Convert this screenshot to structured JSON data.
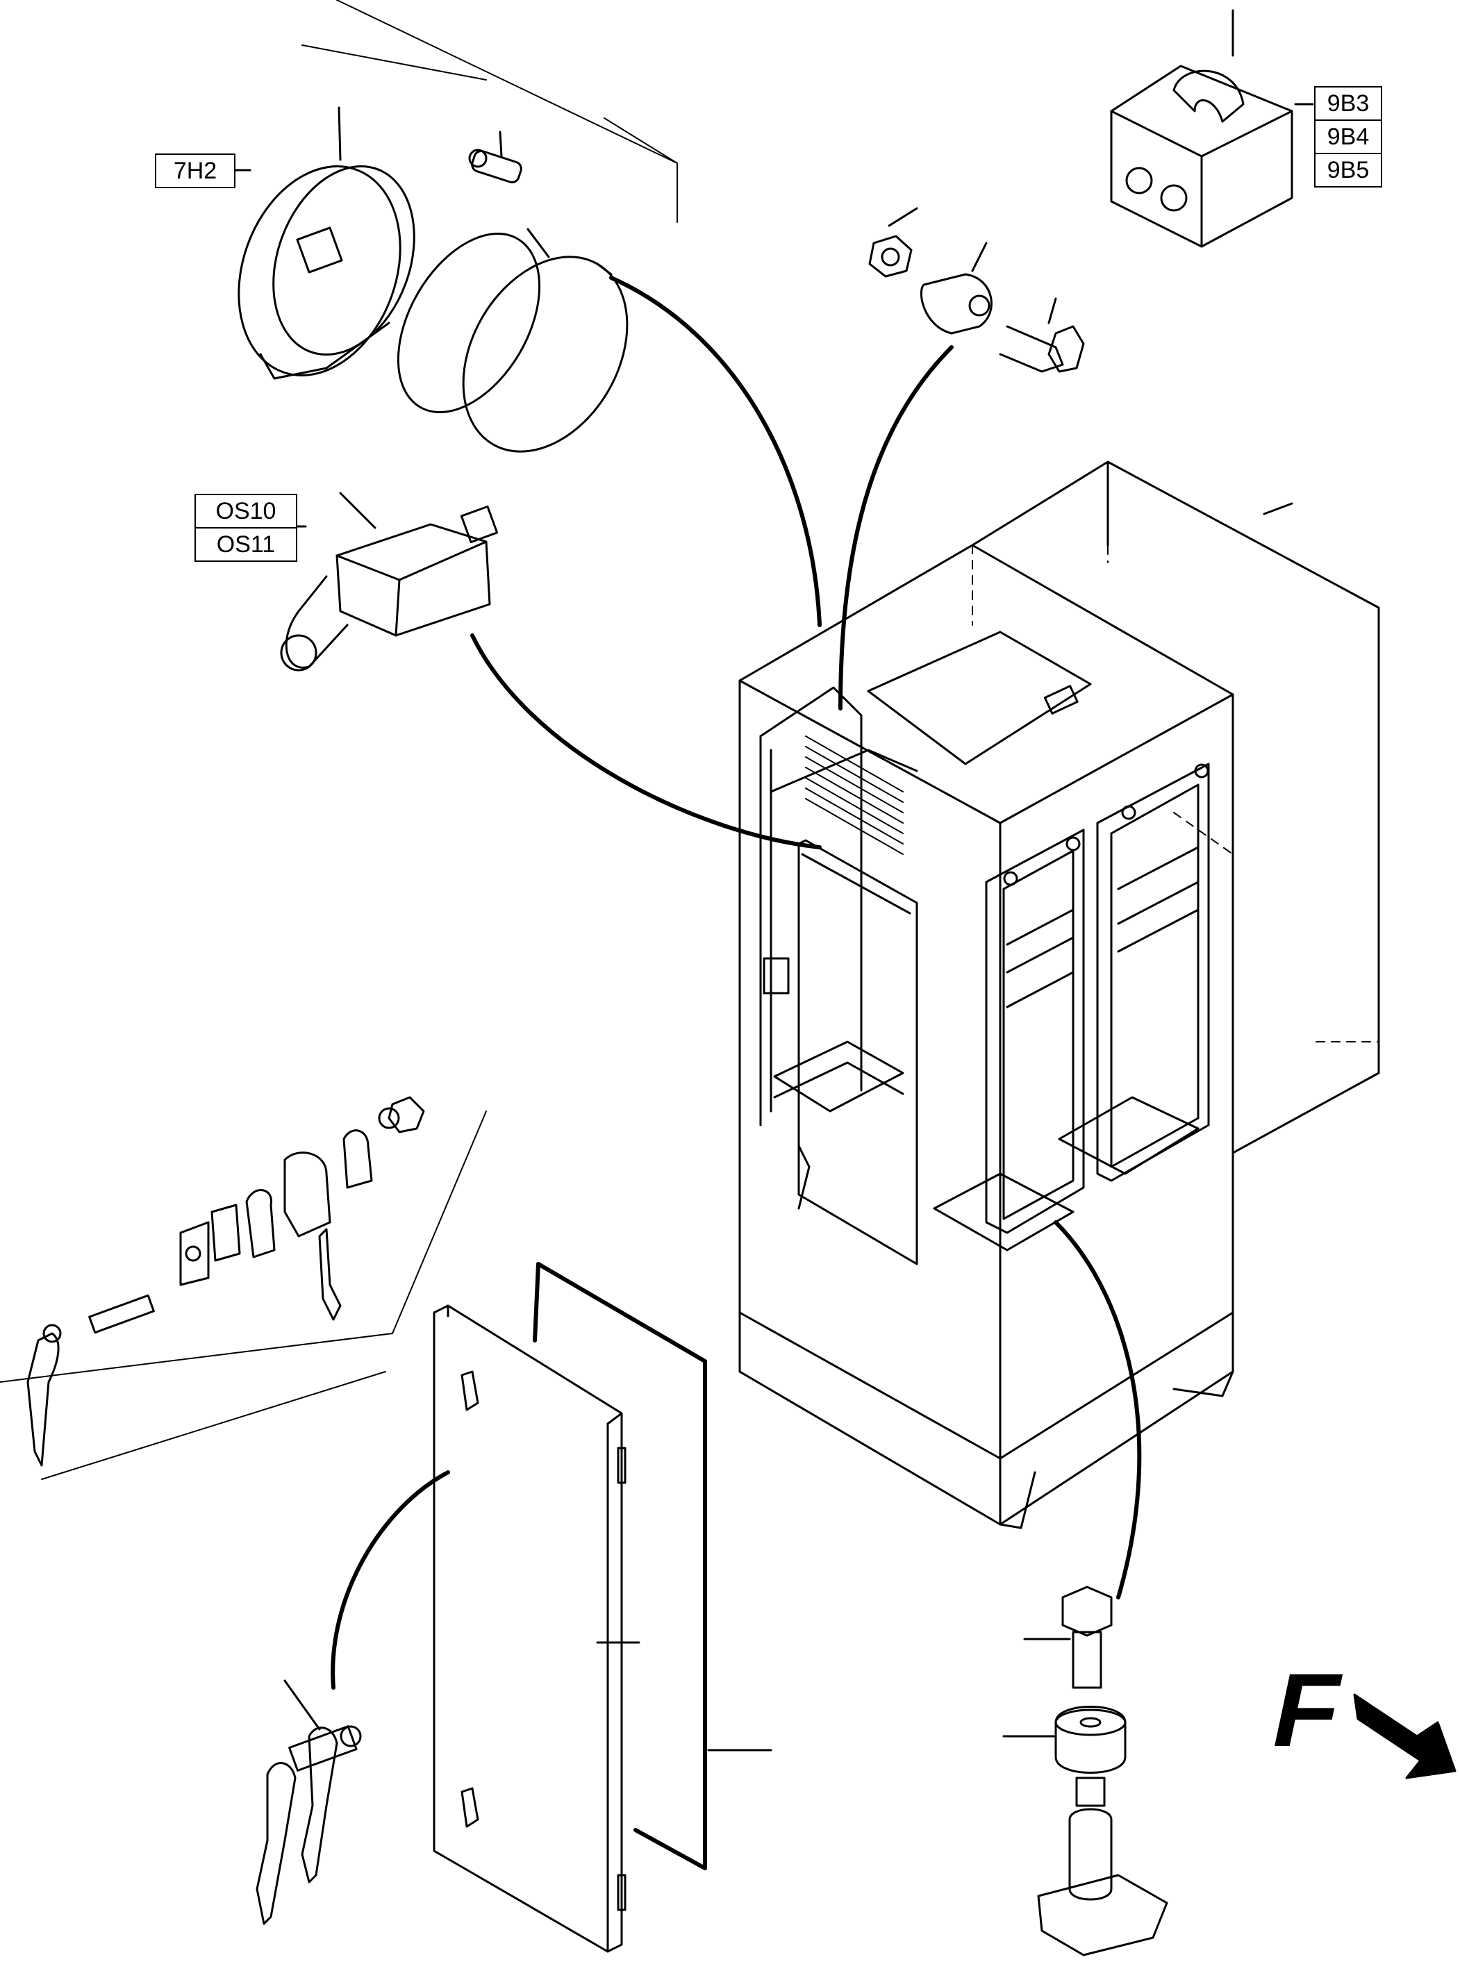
{
  "callouts": {
    "horn": [
      "7H2"
    ],
    "limit_switch": [
      "OS10",
      "OS11"
    ],
    "battery_switch": [
      "9B3",
      "9B4",
      "9B5"
    ]
  },
  "direction_label": "F",
  "icons": {
    "direction_arrow": "arrow-down-right-icon"
  }
}
